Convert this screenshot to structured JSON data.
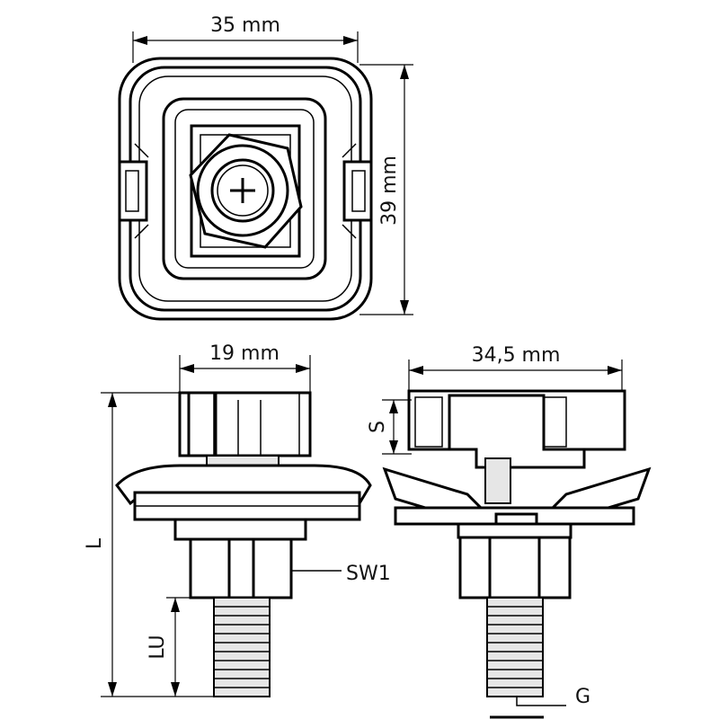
{
  "drawing": {
    "top_view": {
      "width_label": "35 mm",
      "height_label": "39 mm"
    },
    "front_view": {
      "width_label": "19 mm",
      "length_label": "L",
      "thread_length_label": "LU",
      "wrench_size_label": "SW1"
    },
    "side_view": {
      "width_label": "34,5 mm",
      "clamp_height_label": "S",
      "thread_label": "G"
    }
  }
}
